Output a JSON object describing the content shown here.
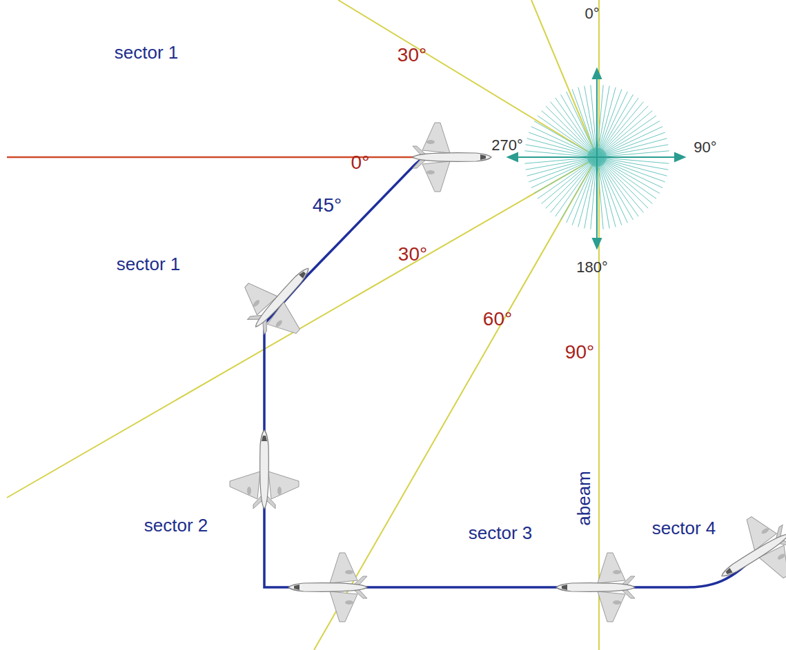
{
  "diagram": {
    "labels": [
      "sector 1",
      "30°",
      "0°",
      "270°",
      "90°",
      "0°",
      "45°",
      "sector 1",
      "30°",
      "180°",
      "60°",
      "90°",
      "abeam",
      "sector 2",
      "sector 3",
      "sector 4"
    ]
  }
}
